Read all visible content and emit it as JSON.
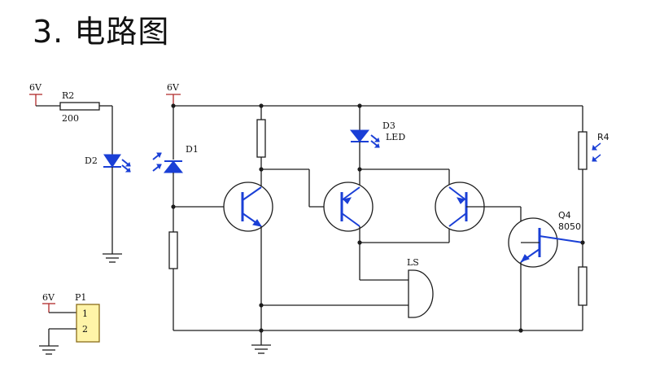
{
  "heading": "3. 电路图",
  "labels": {
    "pwr_left": "6V",
    "pwr_mid": "6V",
    "pwr_p1": "6V",
    "r2": "R2",
    "r2_val": "200",
    "d2": "D2",
    "d1": "D1",
    "d3": "D3",
    "d3_val": "LED",
    "r4": "R4",
    "q4": "Q4",
    "q4_val": "8050",
    "ls": "LS",
    "p1": "P1",
    "p1_pin1": "1",
    "p1_pin2": "2"
  },
  "colors": {
    "wire": "#1c1c1c",
    "power": "#b02a2a",
    "semiconductor": "#1a3fd6",
    "connector_fill": "#fff4a8"
  }
}
